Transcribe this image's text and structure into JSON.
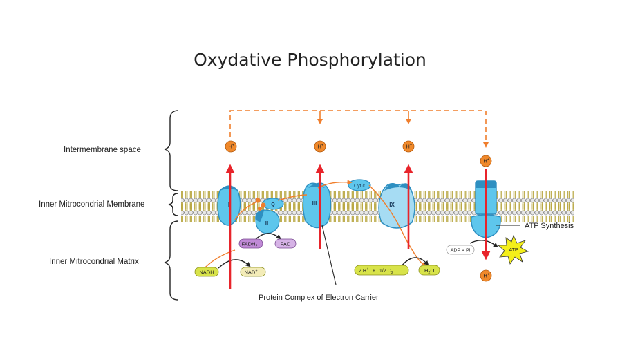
{
  "title": "Oxydative Phosphorylation",
  "regions": {
    "intermembrane": "Intermembrane space",
    "membrane": "Inner Mitrocondrial Membrane",
    "matrix": "Inner Mitrocondrial Matrix"
  },
  "complexes": {
    "c1": "I",
    "c2": "II",
    "c3": "III",
    "c4": "IX",
    "q": "Q",
    "cytc": "Cyt c"
  },
  "proton": {
    "base": "H",
    "sup": "+"
  },
  "molecules": {
    "nadh": "NADH",
    "nad": {
      "base": "NAD",
      "sup": "+"
    },
    "fadh2": {
      "base": "FADH",
      "sub": "2"
    },
    "fad": "FAD",
    "o2_reaction": {
      "h": "2 H",
      "sup": "+",
      "plus": "+",
      "half": "1/2 O",
      "sub": "2"
    },
    "water": {
      "h": "H",
      "sub": "2",
      "o": "O"
    },
    "adp": "ADP + Pi",
    "atp": "ATP"
  },
  "labels": {
    "atp_synthesis": "ATP Synthesis",
    "protein_complex": "Protein Complex of Electron Carrier"
  },
  "colors": {
    "proton_fill": "#f0892b",
    "pump_arrow": "#e8242b",
    "flow_arrow": "#f07e2c",
    "protein": "#5ec6ec",
    "protein_dark": "#2e8fc1",
    "lipid_head": "#d9d9d9",
    "lipid_tail": "#e2d173",
    "yellow_chip": "#d8e34a",
    "purple_chip": "#c08ad6",
    "atp_star": "#f4ef1a"
  }
}
